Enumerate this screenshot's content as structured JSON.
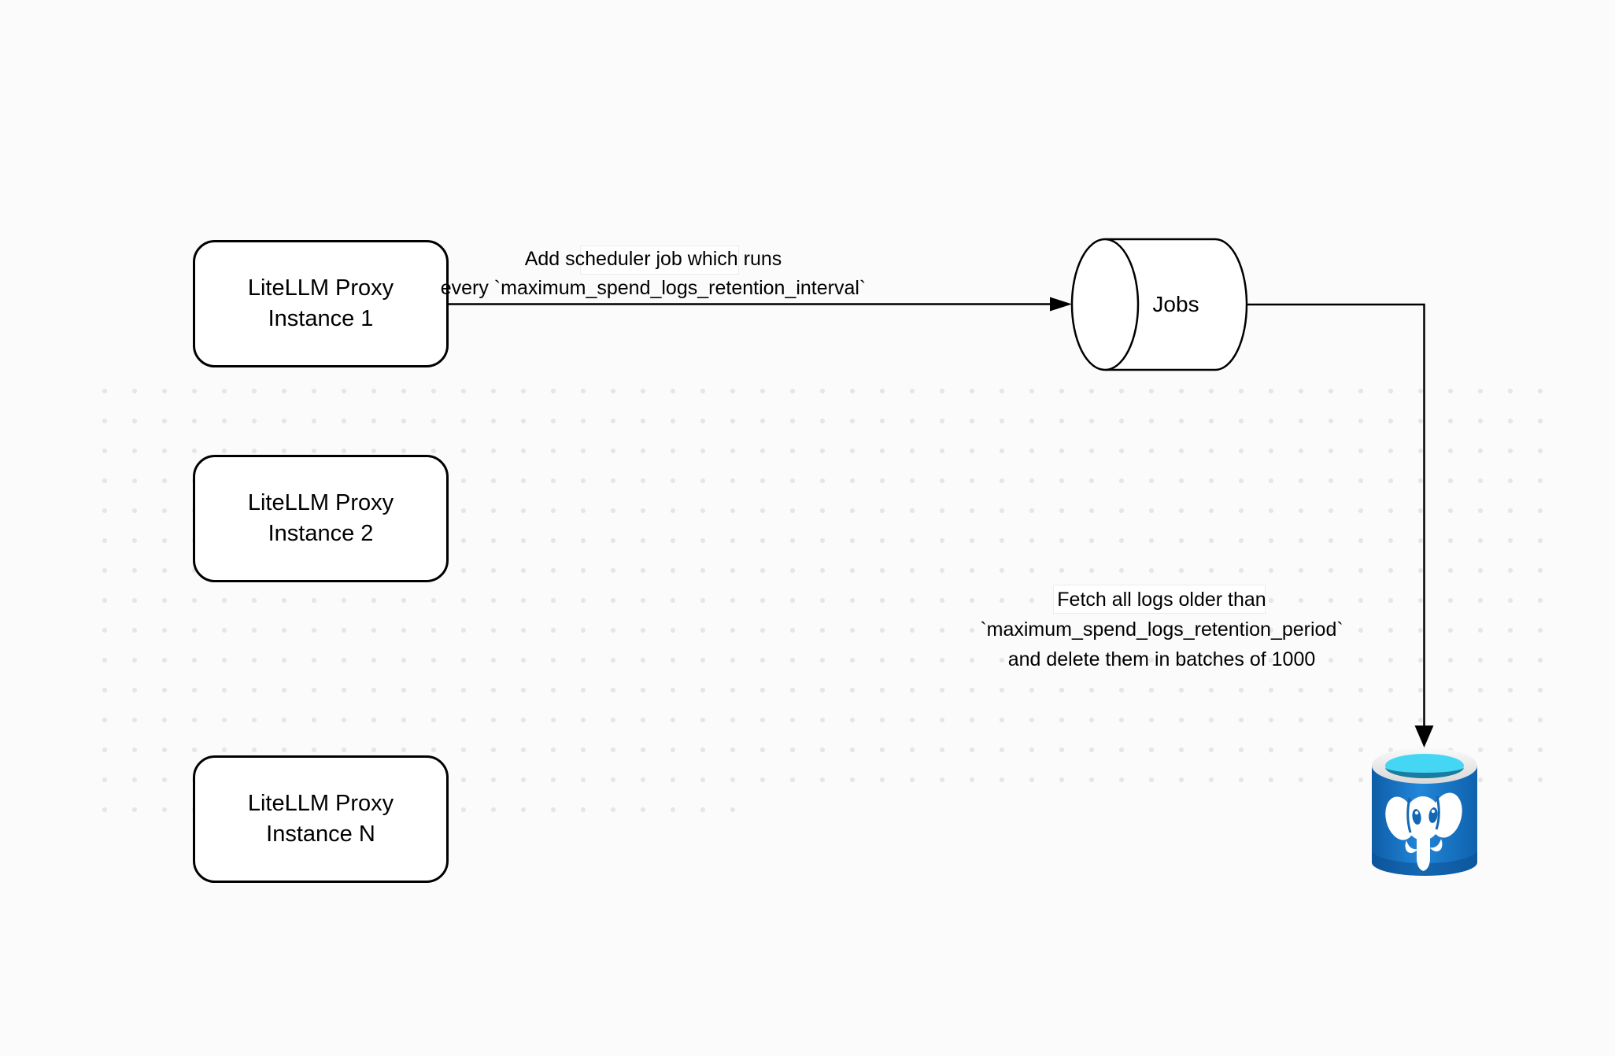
{
  "diagram": {
    "background_color": "#fbfbfb",
    "dot_grid_color": "#e6e6e6",
    "stroke_color": "#000000"
  },
  "nodes": {
    "proxy_instance_1": {
      "line1": "LiteLLM Proxy",
      "line2": "Instance 1"
    },
    "proxy_instance_2": {
      "line1": "LiteLLM Proxy",
      "line2": "Instance 2"
    },
    "proxy_instance_n": {
      "line1": "LiteLLM Proxy",
      "line2": "Instance N"
    },
    "jobs_queue": {
      "label": "Jobs"
    },
    "postgres_db": {
      "icon": "postgresql-database-icon",
      "colors": {
        "body_blue": "#1268b3",
        "body_light": "#2286d8",
        "body_dark": "#0d57a0",
        "rim_gray": "#ededed",
        "top_cyan": "#45d6f4",
        "top_shadow_teal": "#1a7d9f",
        "elephant_white": "#ffffff"
      }
    }
  },
  "edge_labels": {
    "scheduler_job": {
      "line1": "Add scheduler job which runs",
      "line2": "every `maximum_spend_logs_retention_interval`"
    },
    "fetch_logs": {
      "line1": "Fetch all logs older than",
      "line2": "`maximum_spend_logs_retention_period`",
      "line3": "and delete them in batches of 1000"
    }
  }
}
